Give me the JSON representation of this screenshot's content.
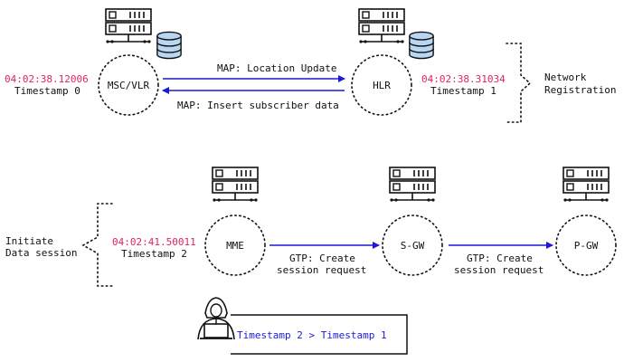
{
  "colors": {
    "accent_red": "#e0245e",
    "link_blue": "#1a1ad8",
    "db_blue": "#b9d6f2",
    "ink": "#111111"
  },
  "icons": {
    "server": "server-icon",
    "database": "database-icon",
    "hacker": "hacker-icon"
  },
  "top": {
    "msc": {
      "label": "MSC/VLR",
      "time": "04:02:38.12006",
      "timestamp": "Timestamp 0"
    },
    "hlr": {
      "label": "HLR",
      "time": "04:02:38.31034",
      "timestamp": "Timestamp 1"
    },
    "arrow_forward": "MAP: Location Update",
    "arrow_back": "MAP: Insert subscriber data",
    "group_line1": "Network",
    "group_line2": "Registration"
  },
  "bottom": {
    "group_line1": "Initiate",
    "group_line2": "Data session",
    "mme": {
      "label": "MME",
      "time": "04:02:41.50011",
      "timestamp": "Timestamp 2"
    },
    "sgw": {
      "label": "S-GW"
    },
    "pgw": {
      "label": "P-GW"
    },
    "arrow1_line1": "GTP: Create",
    "arrow1_line2": "session request",
    "arrow2_line1": "GTP: Create",
    "arrow2_line2": "session request"
  },
  "alert": {
    "text": "Timestamp 2 > Timestamp 1"
  }
}
